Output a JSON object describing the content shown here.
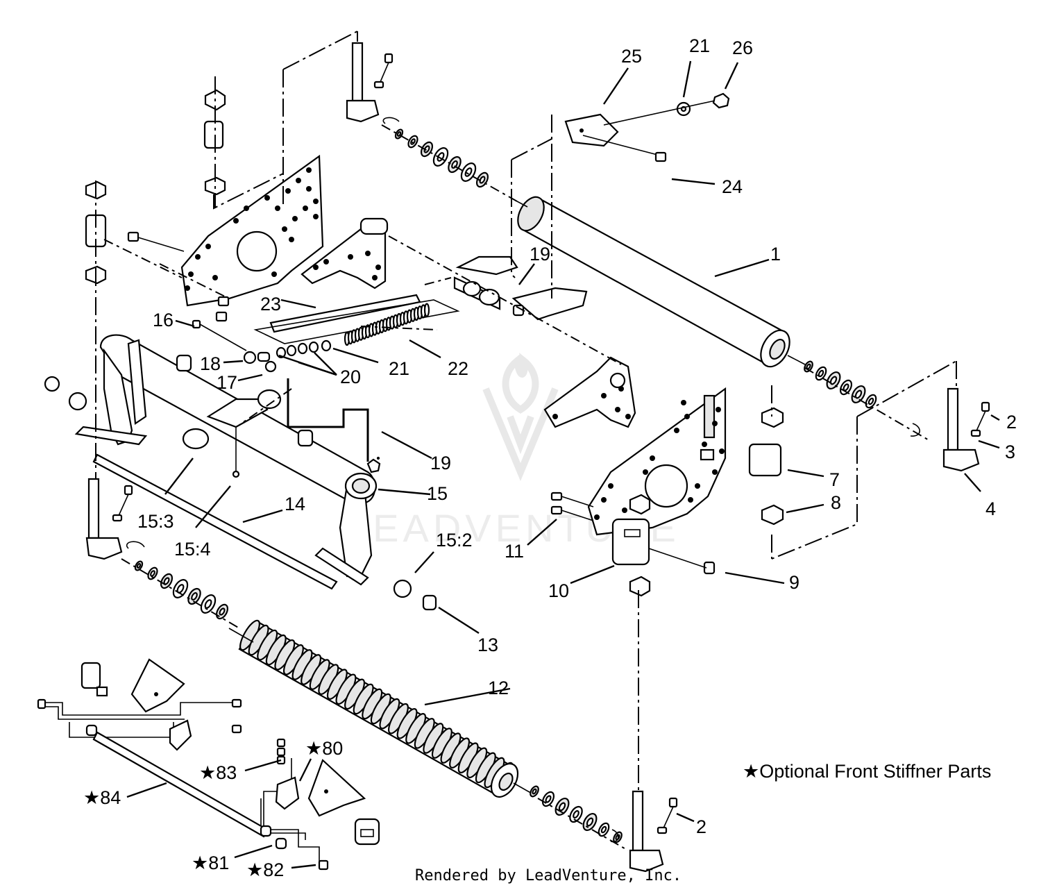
{
  "diagram": {
    "callouts": [
      {
        "id": "c1",
        "text": "1"
      },
      {
        "id": "c2a",
        "text": "2"
      },
      {
        "id": "c2b",
        "text": "2"
      },
      {
        "id": "c3",
        "text": "3"
      },
      {
        "id": "c4",
        "text": "4"
      },
      {
        "id": "c7",
        "text": "7"
      },
      {
        "id": "c8",
        "text": "8"
      },
      {
        "id": "c9",
        "text": "9"
      },
      {
        "id": "c10",
        "text": "10"
      },
      {
        "id": "c11",
        "text": "11"
      },
      {
        "id": "c12",
        "text": "12"
      },
      {
        "id": "c13",
        "text": "13"
      },
      {
        "id": "c14",
        "text": "14"
      },
      {
        "id": "c15",
        "text": "15"
      },
      {
        "id": "c15_2",
        "text": "15:2"
      },
      {
        "id": "c15_3",
        "text": "15:3"
      },
      {
        "id": "c15_4",
        "text": "15:4"
      },
      {
        "id": "c16",
        "text": "16"
      },
      {
        "id": "c17",
        "text": "17"
      },
      {
        "id": "c18",
        "text": "18"
      },
      {
        "id": "c19a",
        "text": "19"
      },
      {
        "id": "c19b",
        "text": "19"
      },
      {
        "id": "c20",
        "text": "20"
      },
      {
        "id": "c21a",
        "text": "21"
      },
      {
        "id": "c21b",
        "text": "21"
      },
      {
        "id": "c22",
        "text": "22"
      },
      {
        "id": "c23",
        "text": "23"
      },
      {
        "id": "c24",
        "text": "24"
      },
      {
        "id": "c25",
        "text": "25"
      },
      {
        "id": "c26",
        "text": "26"
      },
      {
        "id": "c80",
        "text": "★80"
      },
      {
        "id": "c81",
        "text": "★81"
      },
      {
        "id": "c82",
        "text": "★82"
      },
      {
        "id": "c83",
        "text": "★83"
      },
      {
        "id": "c84",
        "text": "★84"
      }
    ],
    "legend": "★Optional Front Stiffner Parts",
    "footer": "Rendered by LeadVenture, Inc.",
    "watermark": "LEADVENTURE"
  }
}
